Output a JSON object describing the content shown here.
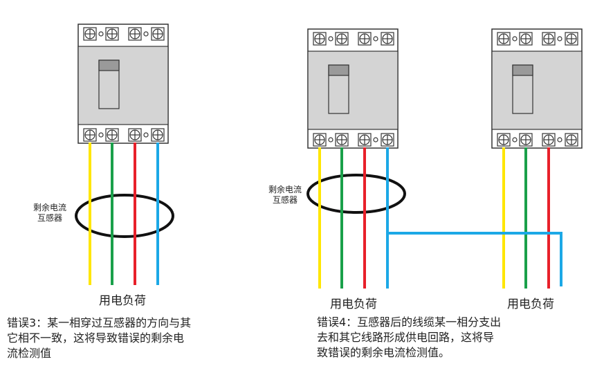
{
  "colors": {
    "yellow": "#ffe600",
    "green": "#1aa04a",
    "red": "#e8202a",
    "blue": "#1ca8e6",
    "breaker_body": "#d4d4d4",
    "handle_top": "#9a9a9a",
    "outline": "#333333"
  },
  "left_diagram": {
    "sensor_label_line1": "剩余电流",
    "sensor_label_line2": "互感器",
    "load_label": "用电负荷",
    "caption_lines": [
      "错误3：某一相穿过互感器的方向与其",
      "它相不一致，这将导致错误的剩余电",
      "流检测值"
    ]
  },
  "right_diagram": {
    "sensor_label_line1": "剩余电流",
    "sensor_label_line2": "互感器",
    "load_label_1": "用电负荷",
    "load_label_2": "用电负荷",
    "caption_lines": [
      "错误4：互感器后的线缆某一相分支出",
      "去和其它线路形成供电回路，这将导",
      "致错误的剩余电流检测值。"
    ]
  }
}
